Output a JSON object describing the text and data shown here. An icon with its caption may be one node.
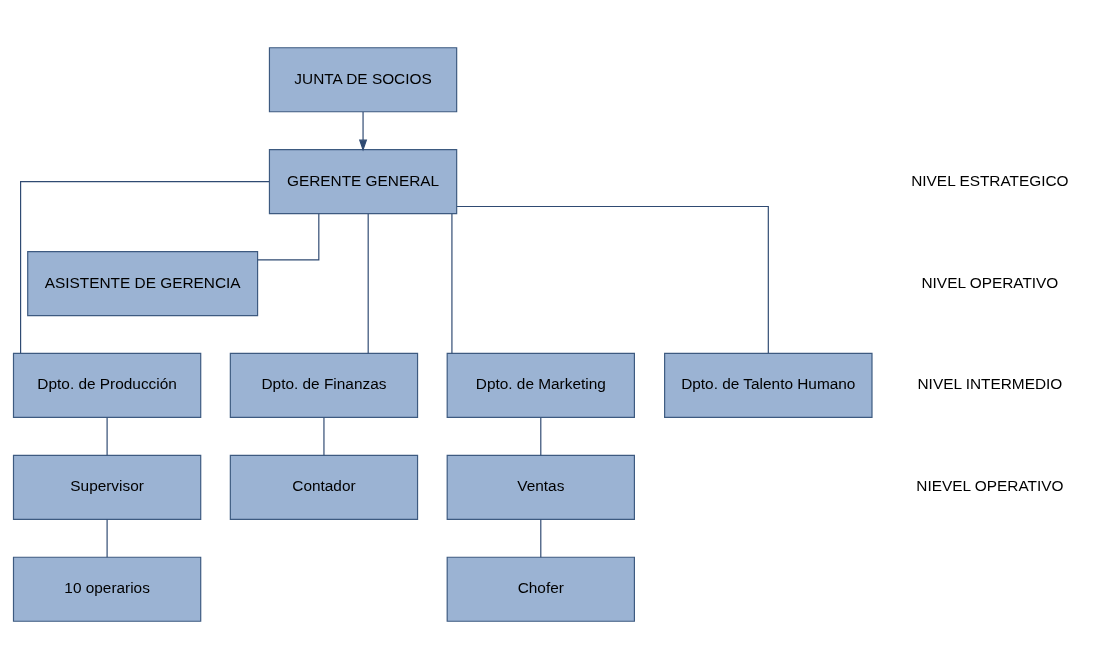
{
  "diagram": {
    "nodes": [
      {
        "text": [
          "JUNTA DE SOCIOS"
        ]
      },
      {
        "text": [
          "GERENTE GENERAL"
        ]
      },
      {
        "text": [
          "ASISTENTE DE GERENCIA"
        ]
      },
      {
        "text": [
          "Dpto. de Producción"
        ]
      },
      {
        "text": [
          "Dpto. de Finanzas"
        ]
      },
      {
        "text": [
          "Dpto. de Marketing"
        ]
      },
      {
        "text": [
          "Dpto. de Talento Humano"
        ]
      },
      {
        "text": [
          "Supervisor"
        ]
      },
      {
        "text": [
          "Contador"
        ]
      },
      {
        "text": [
          "Ventas"
        ]
      },
      {
        "text": [
          "10 operarios"
        ]
      },
      {
        "text": [
          "Chofer"
        ]
      }
    ],
    "edges": [
      {
        "from": 0,
        "to": 1,
        "arrow": "to"
      },
      {
        "from": 1,
        "to": 2,
        "arrow": "none"
      },
      {
        "from": 1,
        "to": 3,
        "arrow": "none"
      },
      {
        "from": 1,
        "to": 4,
        "arrow": "none"
      },
      {
        "from": 1,
        "to": 5,
        "arrow": "none"
      },
      {
        "from": 1,
        "to": 6,
        "arrow": "none"
      },
      {
        "from": 3,
        "to": 7,
        "arrow": "none"
      },
      {
        "from": 4,
        "to": 8,
        "arrow": "none"
      },
      {
        "from": 5,
        "to": 9,
        "arrow": "none"
      },
      {
        "from": 7,
        "to": 10,
        "arrow": "none"
      },
      {
        "from": 9,
        "to": 11,
        "arrow": "none"
      }
    ],
    "labels": [
      "NIVEL ESTRATEGICO",
      "NIVEL OPERATIVO",
      "NIVEL INTERMEDIO",
      "NIEVEL OPERATIVO"
    ]
  }
}
